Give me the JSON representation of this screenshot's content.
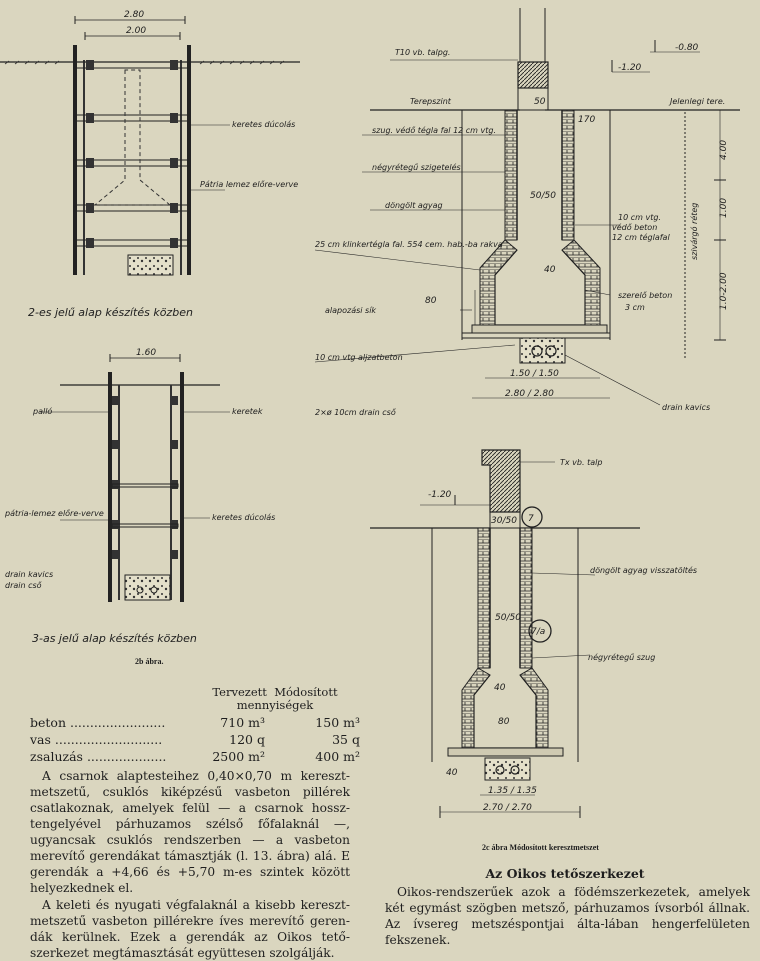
{
  "fig1": {
    "dim_outer": "2.80",
    "dim_inner": "2.00",
    "label_ducolas": "keretes dúcolás",
    "label_patria": "Pátria lemez előre-verve",
    "caption": "2-es jelű alap készítés közben"
  },
  "fig2": {
    "dim_top": "1.60",
    "label_pallo": "palló",
    "label_keretek": "keretek",
    "label_patria": "pátria-lemez előre-verve",
    "label_ducolas": "keretes dúcolás",
    "label_drain_kavics": "drain kavics",
    "label_drain_cso": "drain cső",
    "caption": "3-as jelű alap készítés közben"
  },
  "fig2b_label": "2b ábra.",
  "fig3": {
    "label_t10": "T10 vb. talpg.",
    "level_080": "-0.80",
    "level_120": "-1.20",
    "label_terepszint": "Terepszint",
    "label_jelenlegi": "Jelenlegi tere.",
    "label_szug": "szug. védő tégla fal 12 cm vtg.",
    "label_negyretegu": "négyrétegű szigetelés",
    "label_dongolt": "döngölt agyag",
    "label_klinker": "25 cm klinkertégla fal. 554 cem. hab.-ba rakva",
    "label_alapozasi": "alapozási sík",
    "label_aljzat": "10 cm vtg aljzatbeton",
    "label_drain2": "2×ø 10cm drain cső",
    "label_drainkavics": "drain kavics",
    "label_vedo_beton": "védő beton",
    "label_10cm": "10 cm vtg.",
    "label_12cm": "12 cm téglafal",
    "label_szerelo": "szerelő beton",
    "label_3cm": "3 cm",
    "label_szivarog": "szivárgó réteg",
    "dim_50": "50",
    "dim_50_50": "50/50",
    "dim_40": "40",
    "dim_80": "80",
    "dim_170": "170",
    "dim_150": "1.50 / 1.50",
    "dim_280": "2.80 / 2.80",
    "v_400": "4.00",
    "v_100": "1.00",
    "v_1020": "1.0-2.00"
  },
  "fig4": {
    "label_tx": "Tx vb. talp",
    "level_120": "-1.20",
    "mark_7": "7",
    "mark_7a": "7/a",
    "label_dongolt": "döngölt agyag visszatöltés",
    "label_negyretegu": "négyrétegű szug",
    "dim_30_50": "30/50",
    "dim_50_50": "50/50",
    "dim_40": "40",
    "dim_80": "80",
    "dim_40b": "40",
    "dim_135": "1.35 / 1.35",
    "dim_270": "2.70 / 2.70",
    "caption": "2c ábra Módosított keresztmetszet"
  },
  "quantities": {
    "head_col1": "Tervezett",
    "head_col2": "Módosított",
    "head_line2": "mennyiségek",
    "rows": [
      {
        "name": "beton",
        "dots": " ........................",
        "planned": "710 m³",
        "modified": "150 m³"
      },
      {
        "name": "vas",
        "dots": " ...........................",
        "planned": "120 q",
        "modified": "35 q"
      },
      {
        "name": "zsaluzás",
        "dots": " ....................",
        "planned": "2500 m²",
        "modified": "400 m²"
      }
    ]
  },
  "text": {
    "p1": "A csarnok alaptesteihez 0,40×0,70 m kereszt-metszetű, csuklós kiképzésű vasbeton pillérek csatlakoznak, amelyek felül — a csarnok hossz-tengelyével párhuzamos szélső főfalaknál —, ugyancsak csuklós rendszerben — a vasbeton merevítő gerendákat támasztják (l. 13. ábra) alá. E gerendák a +4,66 és +5,70 m-es szintek között helyezkednek el.",
    "p2": "A keleti és nyugati végfalaknál a kisebb kereszt-metszetű vasbeton pillérekre íves merevítő geren-dák kerülnek. Ezek a gerendák az Oikos tető-szerkezet megtámasztását együttesen szolgálják.",
    "section_title": "Az Oikos tetőszerkezet",
    "p3": "Oikos-rendszerűek azok a födémszerkezetek, amelyek két egymást szögben metsző, párhuzamos ívsorból állnak. Az ívsereg metszéspontjai álta-lában hengerfelületen fekszenek."
  }
}
